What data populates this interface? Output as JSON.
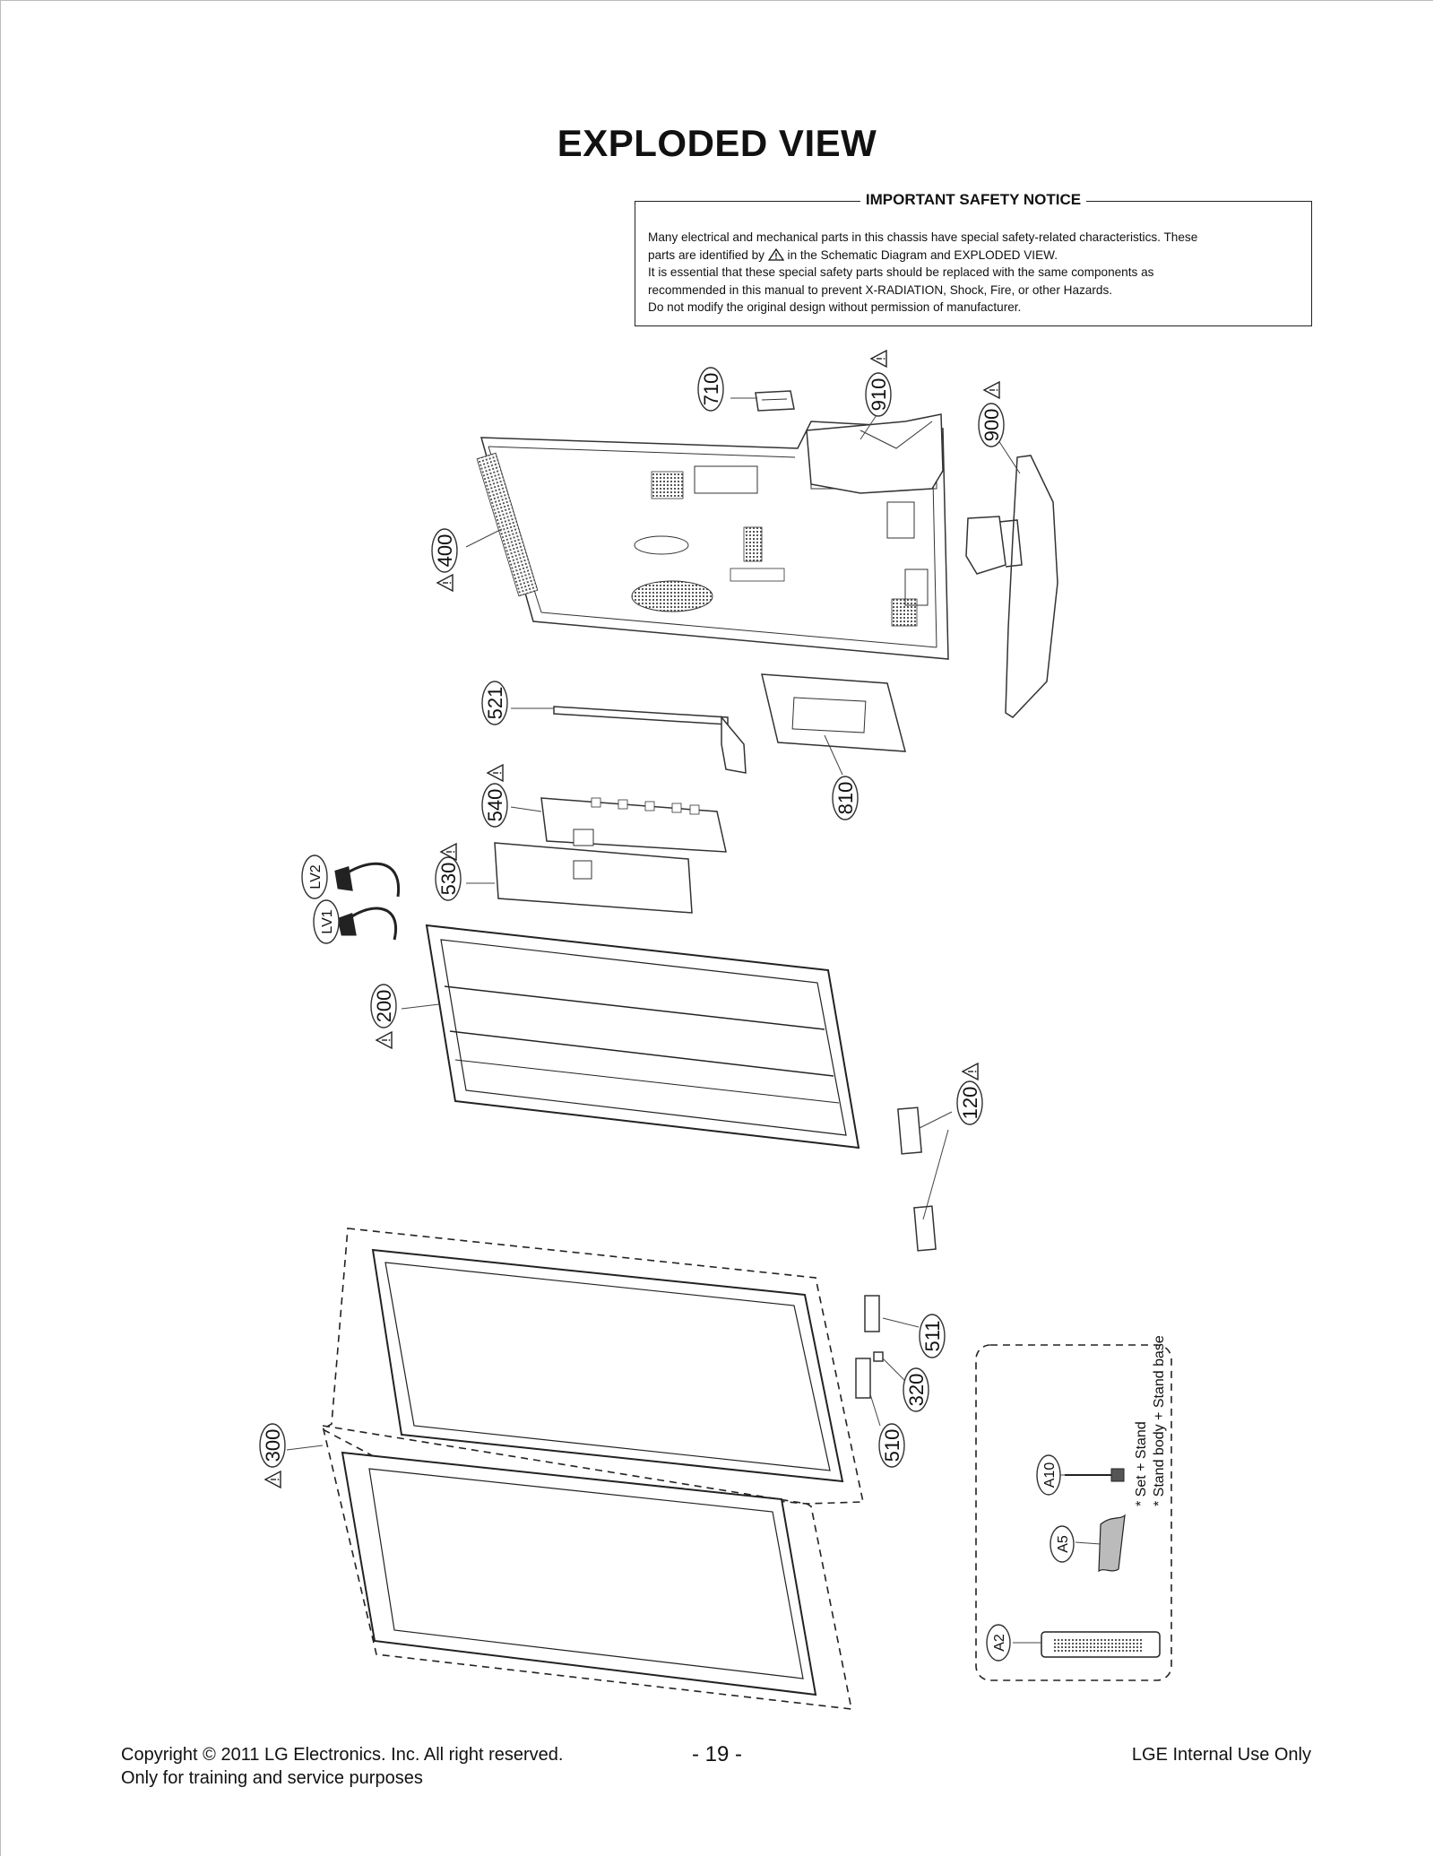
{
  "page": {
    "title": "EXPLODED VIEW"
  },
  "notice": {
    "heading": "IMPORTANT SAFETY NOTICE",
    "line1": "Many electrical and mechanical parts in this chassis have special safety-related characteristics. These",
    "line2a": "parts are identified by",
    "line2b": "in the Schematic Diagram and EXPLODED VIEW.",
    "line3": "It is essential that these special safety parts should be replaced with the same components as",
    "line4": "recommended in this manual to prevent X-RADIATION, Shock, Fire, or other Hazards.",
    "line5": "Do not modify the original design without permission of manufacturer."
  },
  "callouts": {
    "p710": "710",
    "p910": "910",
    "p900": "900",
    "p400": "400",
    "p521": "521",
    "p810": "810",
    "p540": "540",
    "p530": "530",
    "pLV2": "LV2",
    "pLV1": "LV1",
    "p200": "200",
    "p120": "120",
    "p511": "511",
    "p320": "320",
    "p510": "510",
    "p300": "300",
    "pA10": "A10",
    "pA5": "A5",
    "pA2": "A2"
  },
  "accessory_notes": {
    "note1": "* Set + Stand",
    "note2": "* Stand body + Stand base"
  },
  "footer": {
    "copyright_line1": "Copyright © 2011 LG Electronics. Inc. All right reserved.",
    "copyright_line2": "Only for training and service purposes",
    "page_number": "- 19 -",
    "internal": "LGE Internal Use Only"
  }
}
